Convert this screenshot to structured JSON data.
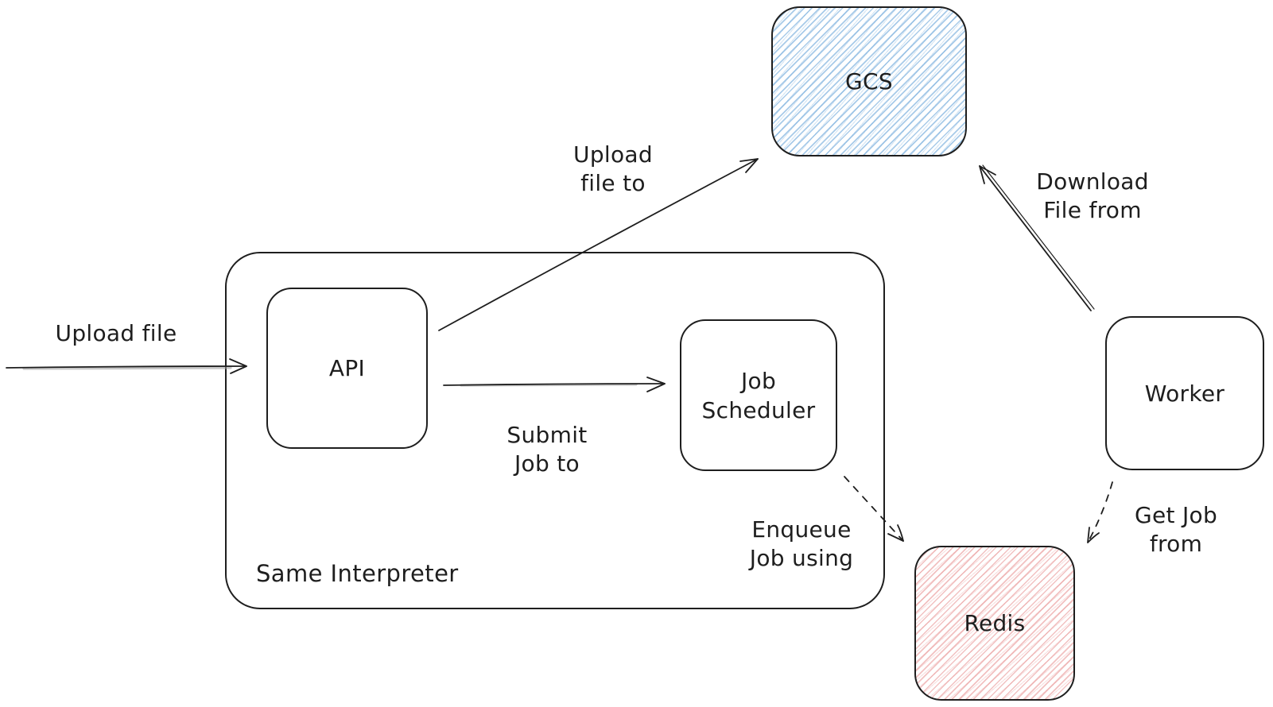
{
  "diagram": {
    "type": "flowchart",
    "style": "hand-drawn"
  },
  "colors": {
    "stroke": "#1e1e1e",
    "background": "#ffffff",
    "gcs_fill": "#a5d8ff",
    "gcs_hachure": "#66a3d890",
    "gcs_hachure_soft": "#66a3d845",
    "redis_fill": "#ffc9c9",
    "redis_hachure": "#e5848480",
    "redis_hachure_soft": "#e5848440"
  },
  "nodes": {
    "gcs": {
      "label": "GCS",
      "fill": "blue-hachure"
    },
    "api": {
      "label": "API",
      "fill": "none"
    },
    "job_scheduler": {
      "label": "Job Scheduler",
      "fill": "none"
    },
    "worker": {
      "label": "Worker",
      "fill": "none"
    },
    "redis": {
      "label": "Redis",
      "fill": "red-hachure"
    },
    "interpreter_group": {
      "label": "Same Interpreter",
      "fill": "none"
    }
  },
  "edges": [
    {
      "id": "upload-file",
      "label": "Upload file",
      "from": "external",
      "to": "api",
      "style": "solid"
    },
    {
      "id": "upload-file-to",
      "label": "Upload file to",
      "from": "api",
      "to": "gcs",
      "style": "solid"
    },
    {
      "id": "submit-job",
      "label": "Submit Job to",
      "from": "api",
      "to": "job_scheduler",
      "style": "solid"
    },
    {
      "id": "download-file",
      "label": "Download File from",
      "from": "worker",
      "to": "gcs",
      "style": "solid"
    },
    {
      "id": "enqueue-job",
      "label": "Enqueue Job using",
      "from": "job_scheduler",
      "to": "redis",
      "style": "dashed"
    },
    {
      "id": "get-job",
      "label": "Get Job from",
      "from": "worker",
      "to": "redis",
      "style": "dashed"
    }
  ]
}
